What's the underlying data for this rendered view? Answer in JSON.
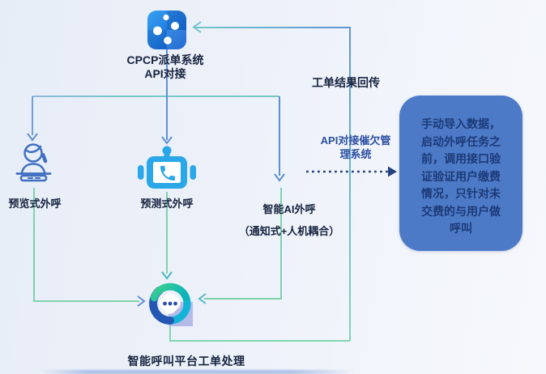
{
  "nodes": {
    "dispatch": {
      "line1": "CPCP派单系统",
      "line2": "API对接"
    },
    "preview": {
      "label": "预览式外呼"
    },
    "predictive": {
      "label": "预测式外呼"
    },
    "ai": {
      "line1": "智能AI外呼",
      "line2": "（通知式+人机耦合）"
    },
    "platform": {
      "label": "智能呼叫平台工单处理"
    }
  },
  "edges": {
    "result_return": {
      "label": "工单结果回传"
    },
    "api_debt": {
      "line1": "API对接催欠管",
      "line2": "理系统"
    }
  },
  "note": {
    "text": "手动导入数据，启动外呼任务之前，调用接口验证验证用户缴费情况，只针对未交费的与用户做呼叫"
  },
  "colors": {
    "background": "#edf1f9",
    "note_box_bg": "#4d7ac7",
    "note_text": "#1c3a78",
    "label_text": "#17233f",
    "api_label_text": "#2a4fa2",
    "dotted_arrow": "#26437e",
    "wire_blue": "#5e8fd2",
    "wire_teal": "#74c9c5",
    "wire_green": "#7cd3ae",
    "robot_blue": "#2aa7e8",
    "person_blue": "#3f6fc0",
    "swirl_green": "#2fc898",
    "swirl_blue": "#2456b4",
    "swirl_cyan": "#14b4d8",
    "shadow_square": "#aeb5e6"
  }
}
